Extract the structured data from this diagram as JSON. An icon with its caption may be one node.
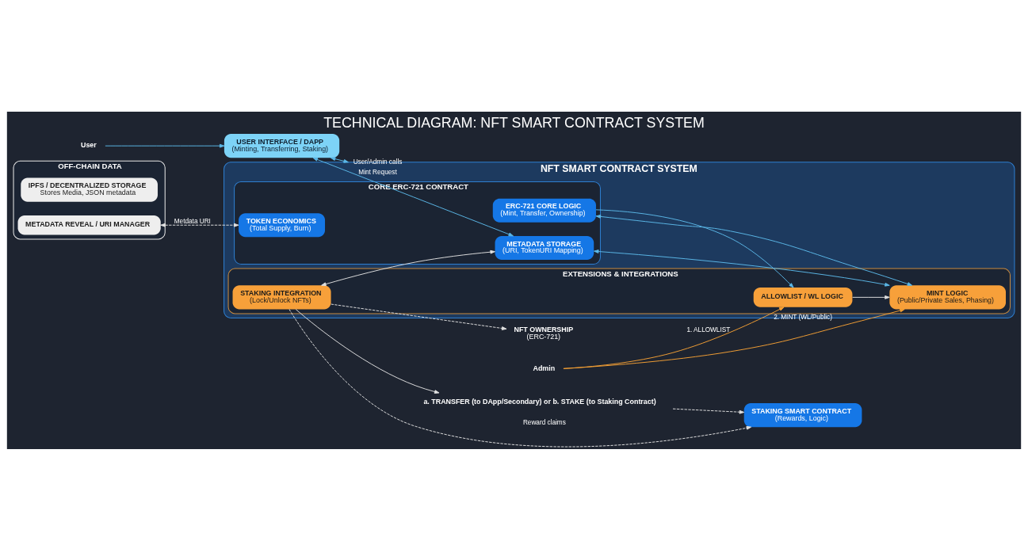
{
  "diagram": {
    "title": "TECHNICAL DIAGRAM: NFT SMART CONTRACT SYSTEM",
    "nodes": [
      {
        "text": [
          "User"
        ]
      },
      {
        "text": [
          "USER INTERFACE / DAPP",
          "(Minting, Transferring, Staking)"
        ]
      },
      {
        "text": [
          "NFT SMART CONTRACT SYSTEM"
        ]
      },
      {
        "text": [
          "CORE ERC-721 CONTRACT"
        ],
        "in": 2
      },
      {
        "text": [
          "ERC-721 CORE LOGIC",
          "(Mint, Transfer, Ownership)"
        ],
        "in": 3
      },
      {
        "text": [
          "METADATA STORAGE",
          "(URI, TokenURI Mapping)"
        ],
        "in": 3
      },
      {
        "text": [
          "TOKEN ECONOMICS",
          "(Total Supply, Burn)"
        ],
        "in": 3
      },
      {
        "text": [
          "EXTENSIONS & INTEGRATIONS"
        ],
        "in": 2
      },
      {
        "text": [
          "ALLOWLIST / WL LOGIC"
        ],
        "in": 7
      },
      {
        "text": [
          "MINT LOGIC",
          "(Public/Private Sales, Phasing)"
        ],
        "in": 7
      },
      {
        "text": [
          "STAKING INTEGRATION",
          "(Lock/Unlock NFTs)"
        ],
        "in": 7
      },
      {
        "text": [
          "Admin"
        ]
      },
      {
        "text": [
          "STAKING SMART CONTRACT",
          "(Rewards, Logic)"
        ]
      },
      {
        "text": [
          "OFF-CHAIN DATA"
        ]
      },
      {
        "text": [
          "IPFS / DECENTRALIZED STORAGE",
          "Stores Media, JSON metadata"
        ],
        "in": 13
      },
      {
        "text": [
          "METADATA REVEAL / URI MANAGER"
        ],
        "in": 13
      },
      {
        "text": [
          "NFT OWNERSHIP",
          "(ERC-721)"
        ]
      },
      {
        "text": [
          "a. TRANSFER (to DApp/Secondary) or b. STAKE (to Staking Contract)"
        ]
      }
    ],
    "edges": [
      {
        "from": 0,
        "to": 1,
        "arrow": "to",
        "color": "#5bb8e8"
      },
      {
        "from": 1,
        "to": 2,
        "arrow": "both",
        "label": "User/Admin calls",
        "color": "#5bb8e8"
      },
      {
        "from": 1,
        "to": 5,
        "arrow": "both",
        "label": "Mint Request",
        "color": "#5bb8e8"
      },
      {
        "from": 4,
        "to": 8,
        "arrow": "to",
        "color": "#5bb8e8"
      },
      {
        "from": 8,
        "to": 9,
        "arrow": "to"
      },
      {
        "from": 9,
        "to": 4,
        "arrow": "both",
        "color": "#5bb8e8"
      },
      {
        "from": 5,
        "to": 9,
        "arrow": "both",
        "color": "#5bb8e8"
      },
      {
        "from": 10,
        "to": 5,
        "arrow": "both"
      },
      {
        "from": 11,
        "to": 8,
        "arrow": "to",
        "label": "1. ALLOWLIST",
        "color": "#f5a034"
      },
      {
        "from": 11,
        "to": 9,
        "arrow": "to",
        "label": "2. MINT (WL/Public)",
        "color": "#f5a034"
      },
      {
        "from": 10,
        "to": 12,
        "arrow": "to",
        "label": "Reward claims",
        "style": "dashed"
      },
      {
        "from": 10,
        "to": 16,
        "arrow": "to",
        "style": "dashed"
      },
      {
        "from": 10,
        "to": 17,
        "arrow": "to"
      },
      {
        "from": 17,
        "to": 12,
        "arrow": "to",
        "style": "dashed"
      },
      {
        "from": 15,
        "to": 6,
        "arrow": "both",
        "label": "Metdata URI",
        "style": "dashed"
      }
    ]
  }
}
